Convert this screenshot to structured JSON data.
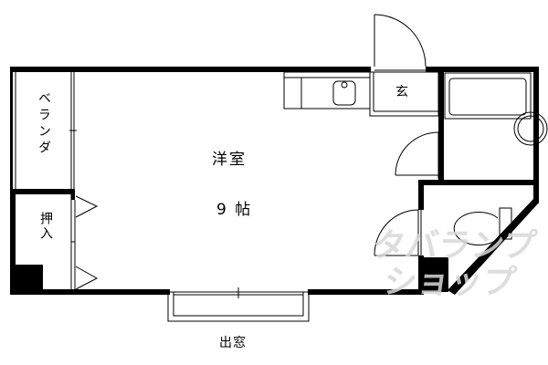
{
  "floorplan": {
    "rooms": {
      "western_room": {
        "name": "洋室",
        "size": "9 帖"
      },
      "balcony": {
        "name": "ベランダ"
      },
      "closet": {
        "name": "押入"
      },
      "entrance": {
        "name": "玄"
      },
      "bay_window": {
        "name": "出窓"
      }
    },
    "fixtures": [
      "kitchen-counter",
      "sink",
      "bathtub",
      "toilet",
      "washbasin"
    ],
    "watermark": {
      "line1": "タバランプ",
      "line2": "ショップ"
    },
    "colors": {
      "wall": "#000000",
      "background": "#ffffff",
      "watermark": "#d8d8d8"
    }
  }
}
